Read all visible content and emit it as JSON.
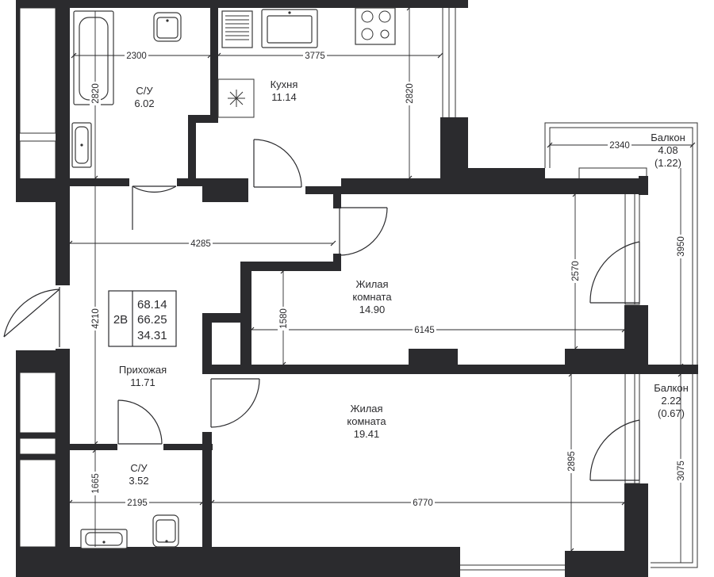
{
  "rooms": {
    "bath1": {
      "name": "С/У",
      "area": "6.02"
    },
    "kitchen": {
      "name": "Кухня",
      "area": "11.14"
    },
    "balcony1": {
      "name": "Балкон",
      "area": "4.08",
      "area2": "(1.22)"
    },
    "living1": {
      "name1": "Жилая",
      "name2": "комната",
      "area": "14.90"
    },
    "hall": {
      "name": "Прихожая",
      "area": "11.71"
    },
    "living2": {
      "name1": "Жилая",
      "name2": "комната",
      "area": "19.41"
    },
    "balcony2": {
      "name": "Балкон",
      "area": "2.22",
      "area2": "(0.67)"
    },
    "bath2": {
      "name": "С/У",
      "area": "3.52"
    }
  },
  "apartment": {
    "type": "2В",
    "areas": [
      "68.14",
      "66.25",
      "34.31"
    ]
  },
  "dimensions": {
    "d2300": "2300",
    "d3775": "3775",
    "d2820a": "2820",
    "d2820b": "2820",
    "d2340": "2340",
    "d3950": "3950",
    "d4285": "4285",
    "d2570": "2570",
    "d4210": "4210",
    "d1580": "1580",
    "d6145": "6145",
    "d2895": "2895",
    "d3075": "3075",
    "d1665": "1665",
    "d2195": "2195",
    "d6770": "6770"
  },
  "colors": {
    "wall": "#2b2b2e",
    "line": "#333333",
    "background": "#ffffff"
  }
}
